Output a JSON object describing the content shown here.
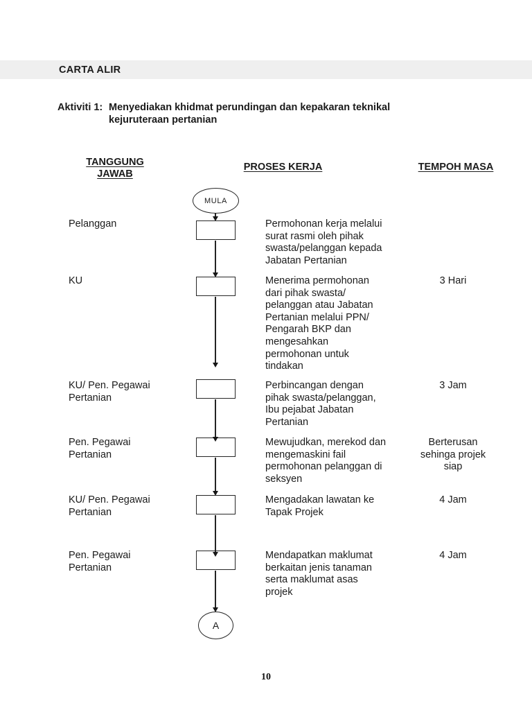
{
  "header": {
    "bar_title": "CARTA ALIR",
    "activity_label": "Aktiviti 1:",
    "activity_text": "Menyediakan khidmat perundingan dan kepakaran teknikal\nkejuruteraan pertanian"
  },
  "columns": {
    "responsibility": "TANGGUNG\nJAWAB",
    "process": "PROSES KERJA",
    "duration": "TEMPOH MASA"
  },
  "flowchart": {
    "start_label": "MULA",
    "connector_label": "A"
  },
  "rows": [
    {
      "responsibility": "Pelanggan",
      "process": "Permohonan kerja melalui\nsurat rasmi oleh pihak\nswasta/pelanggan kepada\nJabatan Pertanian",
      "duration": ""
    },
    {
      "responsibility": "KU",
      "process": "Menerima permohonan\ndari pihak swasta/\npelanggan atau Jabatan\nPertanian melalui PPN/\nPengarah BKP dan\nmengesahkan\npermohonan untuk\ntindakan",
      "duration": "3 Hari"
    },
    {
      "responsibility": "KU/ Pen. Pegawai\nPertanian",
      "process": "Perbincangan dengan\npihak swasta/pelanggan,\nIbu pejabat Jabatan\nPertanian",
      "duration": "3 Jam"
    },
    {
      "responsibility": "Pen. Pegawai\nPertanian",
      "process": "Mewujudkan, merekod dan\nmengemaskini fail\npermohonan pelanggan di\nseksyen",
      "duration": "Berterusan\nsehinga projek\nsiap"
    },
    {
      "responsibility": "KU/ Pen. Pegawai\nPertanian",
      "process": "Mengadakan lawatan ke\nTapak Projek",
      "duration": "4 Jam"
    },
    {
      "responsibility": "Pen. Pegawai\nPertanian",
      "process": "Mendapatkan maklumat\nberkaitan jenis tanaman\nserta maklumat asas\nprojek",
      "duration": "4 Jam"
    }
  ],
  "footer": {
    "page_number": "10"
  }
}
